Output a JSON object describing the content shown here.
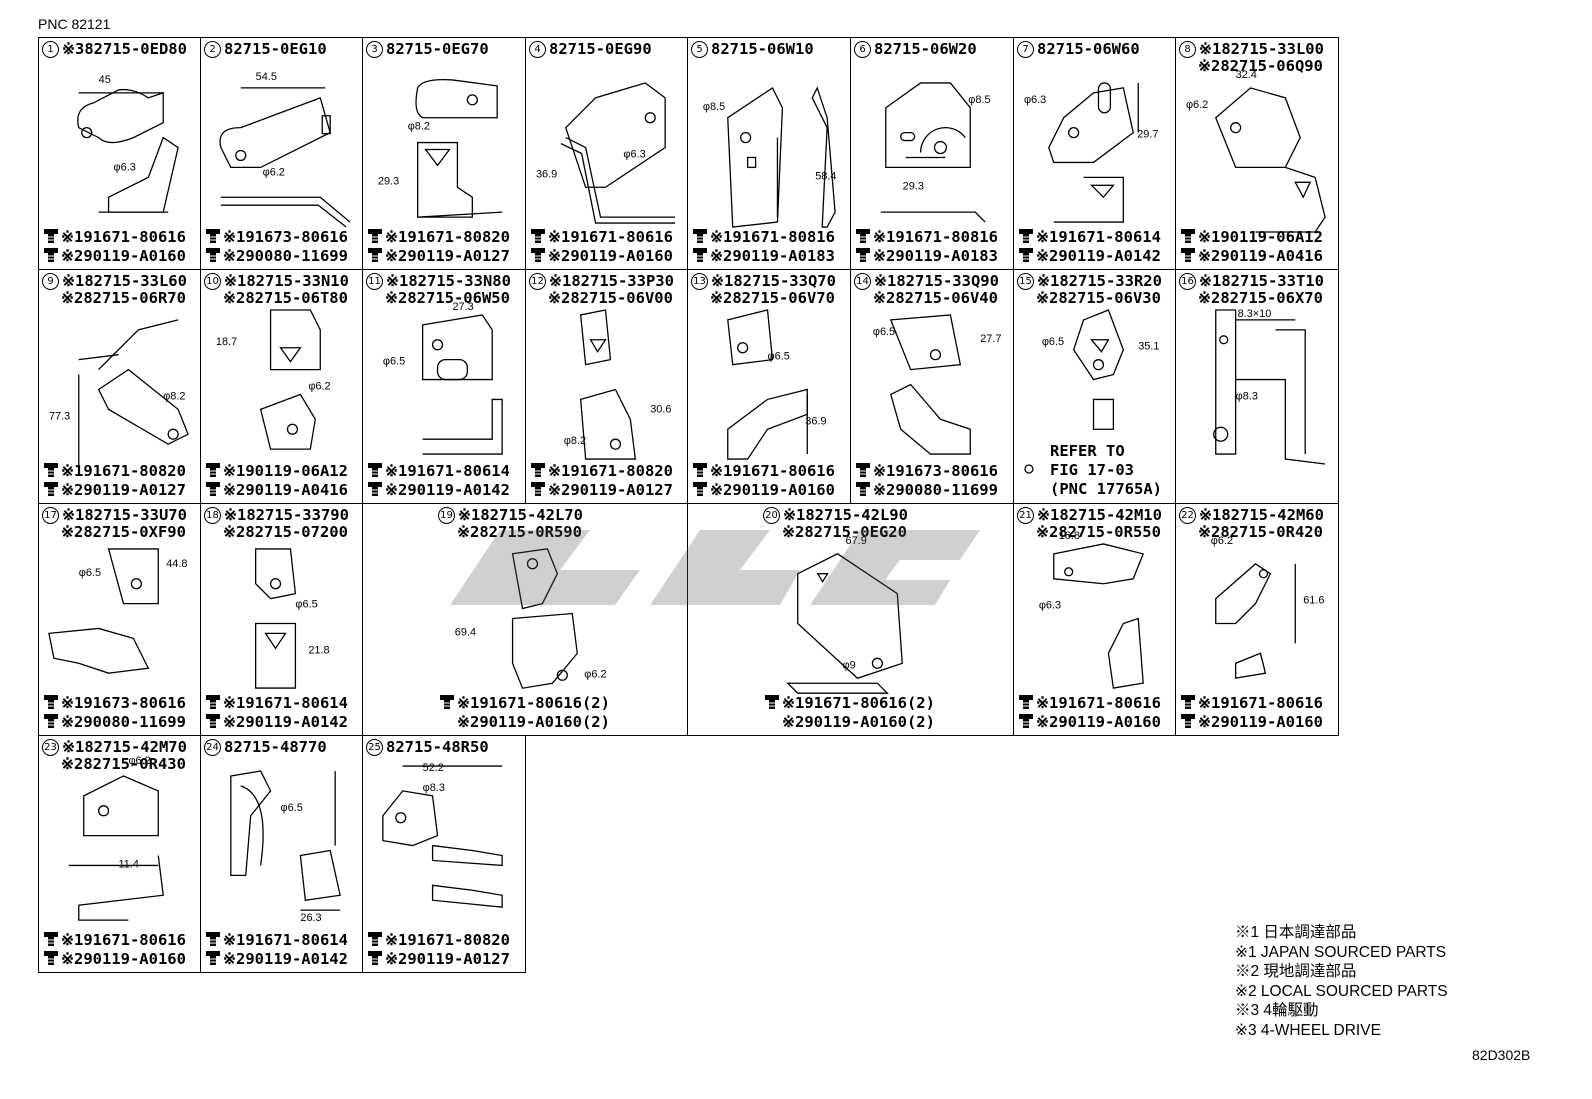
{
  "pnc_label": "PNC 82121",
  "doc_ref": "82D302B",
  "legend": [
    "※1 日本調達部品",
    "※1 JAPAN SOURCED PARTS",
    "※2 現地調達部品",
    "※2 LOCAL SOURCED PARTS",
    "※3 4輪駆動",
    "※3 4-WHEEL DRIVE"
  ],
  "cells": [
    {
      "n": "1",
      "codes": [
        "※382715-0ED80"
      ],
      "fasteners": [
        "※191671-80616",
        "※290119-A0160"
      ],
      "dims": [
        "45",
        "φ6.3"
      ]
    },
    {
      "n": "2",
      "codes": [
        "82715-0EG10"
      ],
      "fasteners": [
        "※191673-80616",
        "※290080-11699"
      ],
      "dims": [
        "54.5",
        "φ6.2"
      ]
    },
    {
      "n": "3",
      "codes": [
        "82715-0EG70"
      ],
      "fasteners": [
        "※191671-80820",
        "※290119-A0127"
      ],
      "dims": [
        "φ8.2",
        "29.3"
      ]
    },
    {
      "n": "4",
      "codes": [
        "82715-0EG90"
      ],
      "fasteners": [
        "※191671-80616",
        "※290119-A0160"
      ],
      "dims": [
        "φ6.3",
        "36.9"
      ]
    },
    {
      "n": "5",
      "codes": [
        "82715-06W10"
      ],
      "fasteners": [
        "※191671-80816",
        "※290119-A0183"
      ],
      "dims": [
        "φ8.5",
        "58.4"
      ]
    },
    {
      "n": "6",
      "codes": [
        "82715-06W20"
      ],
      "fasteners": [
        "※191671-80816",
        "※290119-A0183"
      ],
      "dims": [
        "φ8.5",
        "29.3"
      ]
    },
    {
      "n": "7",
      "codes": [
        "82715-06W60"
      ],
      "fasteners": [
        "※191671-80614",
        "※290119-A0142"
      ],
      "dims": [
        "φ6.3",
        "29.7"
      ]
    },
    {
      "n": "8",
      "codes": [
        "※182715-33L00",
        "※282715-06Q90"
      ],
      "fasteners": [
        "※190119-06A12",
        "※290119-A0416"
      ],
      "dims": [
        "32.4",
        "φ6.2"
      ]
    },
    {
      "n": "9",
      "codes": [
        "※182715-33L60",
        "※282715-06R70"
      ],
      "fasteners": [
        "※191671-80820",
        "※290119-A0127"
      ],
      "dims": [
        "77.3",
        "φ8.2"
      ]
    },
    {
      "n": "10",
      "codes": [
        "※182715-33N10",
        "※282715-06T80"
      ],
      "fasteners": [
        "※190119-06A12",
        "※290119-A0416"
      ],
      "dims": [
        "18.7",
        "φ6.2"
      ]
    },
    {
      "n": "11",
      "codes": [
        "※182715-33N80",
        "※282715-06W50"
      ],
      "fasteners": [
        "※191671-80614",
        "※290119-A0142"
      ],
      "dims": [
        "27.3",
        "φ6.5"
      ]
    },
    {
      "n": "12",
      "codes": [
        "※182715-33P30",
        "※282715-06V00"
      ],
      "fasteners": [
        "※191671-80820",
        "※290119-A0127"
      ],
      "dims": [
        "30.6",
        "φ8.2"
      ]
    },
    {
      "n": "13",
      "codes": [
        "※182715-33Q70",
        "※282715-06V70"
      ],
      "fasteners": [
        "※191671-80616",
        "※290119-A0160"
      ],
      "dims": [
        "φ6.5",
        "36.9"
      ]
    },
    {
      "n": "14",
      "codes": [
        "※182715-33Q90",
        "※282715-06V40"
      ],
      "fasteners": [
        "※191673-80616",
        "※290080-11699"
      ],
      "dims": [
        "φ6.5",
        "27.7"
      ]
    },
    {
      "n": "15",
      "codes": [
        "※182715-33R20",
        "※282715-06V30"
      ],
      "fasteners": [],
      "refer": [
        "REFER TO",
        "FIG 17-03",
        "(PNC 17765A)"
      ],
      "dims": [
        "φ6.5",
        "35.1"
      ]
    },
    {
      "n": "16",
      "codes": [
        "※182715-33T10",
        "※282715-06X70"
      ],
      "fasteners": [],
      "dims": [
        "8.3×10",
        "φ8.3"
      ]
    },
    {
      "n": "17",
      "codes": [
        "※182715-33U70",
        "※282715-0XF90"
      ],
      "fasteners": [
        "※191673-80616",
        "※290080-11699"
      ],
      "dims": [
        "φ6.5",
        "44.8"
      ]
    },
    {
      "n": "18",
      "codes": [
        "※182715-33790",
        "※282715-07200"
      ],
      "fasteners": [
        "※191671-80614",
        "※290119-A0142"
      ],
      "dims": [
        "φ6.5",
        "21.8"
      ]
    },
    {
      "n": "19",
      "codes": [
        "※182715-42L70",
        "※282715-0R590"
      ],
      "fasteners": [
        "※191671-80616(2)",
        "※290119-A0160(2)"
      ],
      "dims": [
        "69.4",
        "φ6.2"
      ]
    },
    {
      "n": "20",
      "codes": [
        "※182715-42L90",
        "※282715-0EG20"
      ],
      "fasteners": [
        "※191671-80616(2)",
        "※290119-A0160(2)"
      ],
      "dims": [
        "67.9",
        "φ9"
      ]
    },
    {
      "n": "21",
      "codes": [
        "※182715-42M10",
        "※282715-0R550"
      ],
      "fasteners": [
        "※191671-80616",
        "※290119-A0160"
      ],
      "dims": [
        "16.8",
        "φ6.3"
      ]
    },
    {
      "n": "22",
      "codes": [
        "※182715-42M60",
        "※282715-0R420"
      ],
      "fasteners": [
        "※191671-80616",
        "※290119-A0160"
      ],
      "dims": [
        "φ6.2",
        "61.6"
      ]
    },
    {
      "n": "23",
      "codes": [
        "※182715-42M70",
        "※282715-0R430"
      ],
      "fasteners": [
        "※191671-80616",
        "※290119-A0160"
      ],
      "dims": [
        "φ6.2",
        "11.4"
      ]
    },
    {
      "n": "24",
      "codes": [
        "82715-48770"
      ],
      "fasteners": [
        "※191671-80614",
        "※290119-A0142"
      ],
      "dims": [
        "φ6.5",
        "26.3"
      ]
    },
    {
      "n": "25",
      "codes": [
        "82715-48R50"
      ],
      "fasteners": [
        "※191671-80820",
        "※290119-A0127"
      ],
      "dims": [
        "52.2",
        "φ8.3"
      ]
    }
  ]
}
